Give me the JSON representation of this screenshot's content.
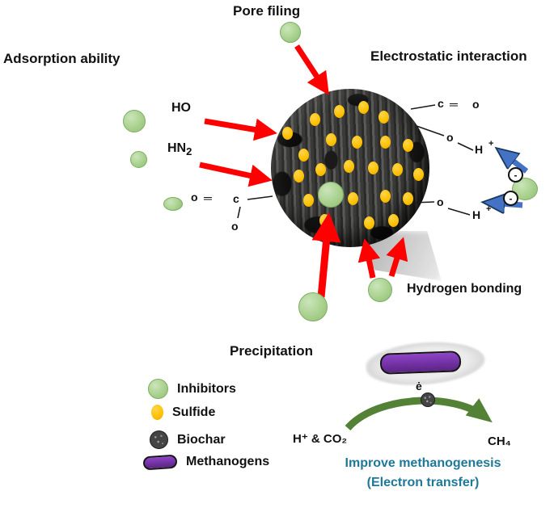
{
  "labels": {
    "pore_filling": "Pore filing",
    "adsorption_ability": "Adsorption ability",
    "electrostatic_interaction": "Electrostatic interaction",
    "hydrogen_bonding": "Hydrogen bonding",
    "precipitation": "Precipitation"
  },
  "chemistry": {
    "ho": "HO",
    "hn": "HN",
    "hn_sub": "2",
    "o": "o",
    "c": "c",
    "double_bond": "═",
    "h": "H",
    "plus": "+",
    "minus": "-"
  },
  "methanogenesis": {
    "electron": "ė",
    "reactants": "H⁺ & CO₂",
    "product": "CH₄",
    "caption_line1": "Improve methanogenesis",
    "caption_line2": "(Electron transfer)"
  },
  "legend": [
    {
      "icon": "inhibitor-icon",
      "label": "Inhibitors"
    },
    {
      "icon": "sulfide-icon",
      "label": "Sulfide"
    },
    {
      "icon": "biochar-icon",
      "label": "Biochar"
    },
    {
      "icon": "methanogen-icon",
      "label": "Methanogens"
    }
  ],
  "colors": {
    "inhibitor_green": "#a9d18e",
    "sulfide_yellow": "#ffc000",
    "arrow_red": "#ff0000",
    "arrow_blue": "#4472c4",
    "arrow_green": "#538135",
    "methanogen_purple": "#7030a0",
    "caption_teal": "#1e7898"
  }
}
